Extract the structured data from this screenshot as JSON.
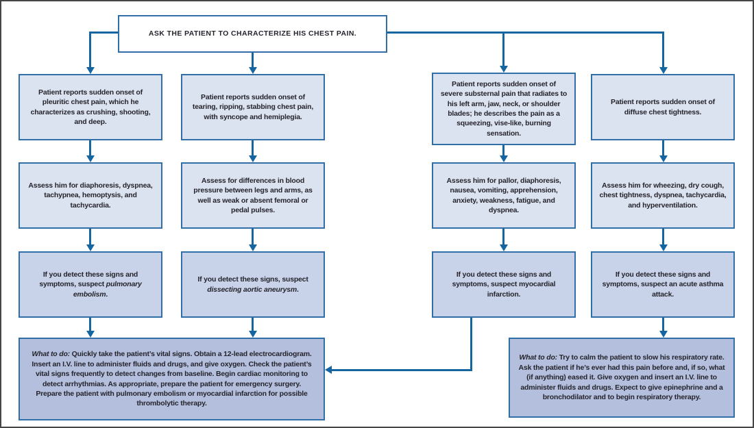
{
  "colors": {
    "line": "#1565a0",
    "box_border": "#2f6ea6",
    "fill_light": "#dce3f0",
    "fill_medium": "#c8d2e9",
    "fill_dark": "#b3bfdd",
    "text": "#25242c",
    "page_border": "#454545"
  },
  "header": {
    "text": "ASK THE PATIENT TO CHARACTERIZE HIS CHEST PAIN."
  },
  "columns": [
    {
      "report": "Patient reports sudden onset of pleuritic chest pain, which he characterizes as crushing, shooting, and deep.",
      "assess": "Assess him for diaphoresis, dyspnea, tachypnea, hemoptysis, and tachycardia.",
      "suspect_before": "If you detect these signs and symptoms, suspect ",
      "suspect_italic": "pulmonary embolism",
      "suspect_after": "."
    },
    {
      "report": "Patient reports sudden onset of tearing, ripping, stabbing chest pain, with syncope and hemiplegia.",
      "assess": "Assess for differences in blood pressure between legs and arms, as well as weak or absent femoral or pedal pulses.",
      "suspect_before": "If you detect these signs, suspect ",
      "suspect_italic": "dissecting aortic aneurysm",
      "suspect_after": "."
    },
    {
      "report": "Patient reports sudden onset of severe substernal pain that radiates to his left arm, jaw, neck, or shoulder blades; he describes the pain as a squeezing, vise-like, burning sensation.",
      "assess": "Assess him for pallor, diaphoresis, nausea, vomiting, apprehension, anxiety, weakness, fatigue, and dyspnea.",
      "suspect_before": "If you detect these signs and symptoms, suspect myocardial infarction.",
      "suspect_italic": "",
      "suspect_after": ""
    },
    {
      "report": "Patient reports sudden onset of diffuse chest tightness.",
      "assess": "Assess him for wheezing, dry cough, chest tightness, dyspnea, tachycardia, and hyperventilation.",
      "suspect_before": "If you detect these signs and symptoms, suspect an acute asthma attack.",
      "suspect_italic": "",
      "suspect_after": ""
    }
  ],
  "actions": [
    {
      "lead": "What to do:",
      "text": " Quickly take the patient’s vital signs. Obtain a 12-lead electrocardiogram. Insert an I.V. line to administer fluids and drugs, and give oxygen. Check the patient’s vital signs frequently to detect changes from baseline. Begin cardiac monitoring to detect arrhythmias. As appropriate, prepare the patient for emergency surgery. Prepare the patient with pulmonary embolism or myocardial infarction for possible thrombolytic therapy."
    },
    {
      "lead": "What to do:",
      "text": " Try to calm the patient to slow his respiratory rate. Ask the patient if he’s ever had this pain before and, if so, what (if anything) eased it. Give oxygen and insert an I.V. line to administer fluids and drugs. Expect to give epinephrine and a bronchodilator and to begin respiratory therapy."
    }
  ]
}
